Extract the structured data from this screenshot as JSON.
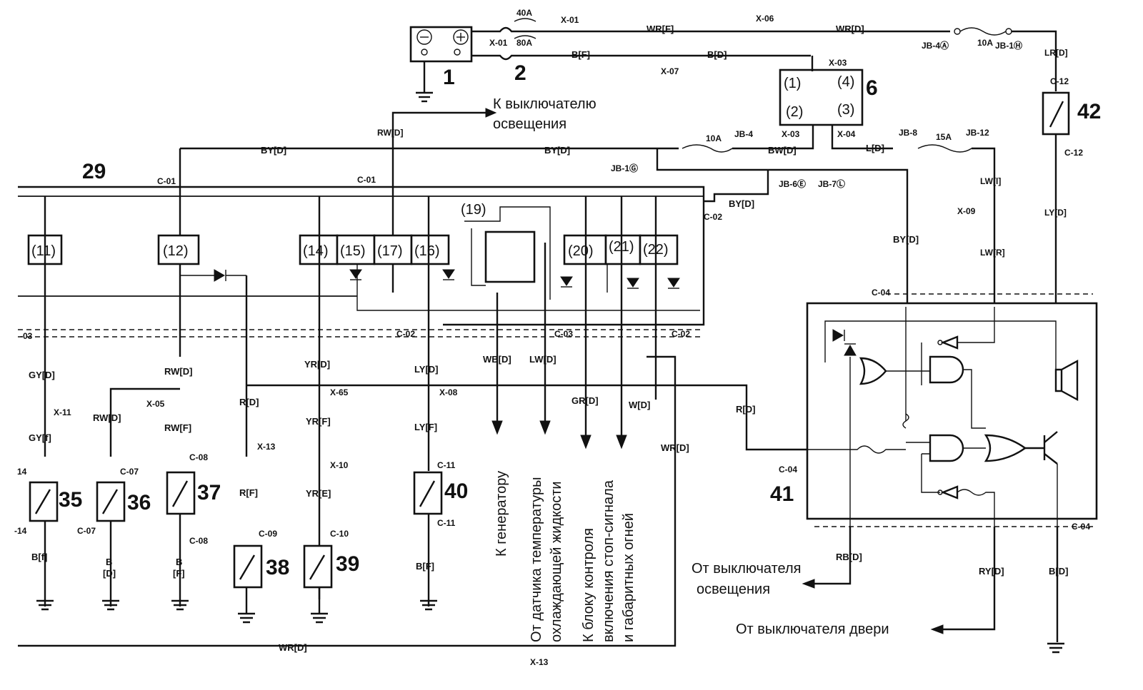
{
  "component_numbers": {
    "battery": "1",
    "fuses_main": "2",
    "ignition_switch": "6",
    "cluster": "29",
    "sw35": "35",
    "sw36": "36",
    "sw37": "37",
    "sw38": "38",
    "sw39": "39",
    "sw40": "40",
    "alarm_unit": "41",
    "sw42": "42"
  },
  "modules": {
    "m11": "(11)",
    "m12": "(12)",
    "m14": "(14)",
    "m15": "(15)",
    "m17": "(17)",
    "m16": "(16)",
    "m19": "(19)",
    "m20": "(20)",
    "m21": "(21)",
    "m22": "(22)"
  },
  "switch_positions": {
    "p1": "(1)",
    "p2": "(2)",
    "p3": "(3)",
    "p4": "(4)"
  },
  "fuses": {
    "main_40a": "40A",
    "main_80a": "80A",
    "f10a_top": "10A",
    "f10a_mid": "10A",
    "f15a": "15A"
  },
  "connectors": {
    "x01a": "X-01",
    "x01b": "X-01",
    "x06": "X-06",
    "x07": "X-07",
    "x03": "X-03",
    "jb4a": "JB-4Ⓐ",
    "jb1h": "JB-1Ⓗ",
    "c12a": "C-12",
    "c12b": "C-12",
    "x03b": "X-03",
    "x04": "X-04",
    "jb4": "JB-4",
    "jb8": "JB-8",
    "jb12": "JB-12",
    "jb1g": "JB-1Ⓖ",
    "jb6": "JB-6Ⓔ",
    "jb7": "JB-7Ⓛ",
    "x09": "X-09",
    "c01a": "C-01",
    "c01b": "C-01",
    "c02a": "C-02",
    "c03a": "-03",
    "c02b": "C-02",
    "c03b": "C-03",
    "c02c": "C-02",
    "c04a": "C-04",
    "x11": "X-11",
    "x05": "X-05",
    "x65": "X-65",
    "x08": "X-08",
    "x13a": "X-13",
    "x10": "X-10",
    "c07a": "C-07",
    "c07b": "C-07",
    "c08a": "C-08",
    "c08b": "C-08",
    "c09": "C-09",
    "c10": "C-10",
    "c11a": "C-11",
    "c11b": "C-11",
    "c04b": "C-04",
    "c04c": "C-04",
    "x13b": "X-13",
    "p14a": "14",
    "p14b": "-14"
  },
  "wire_colors": {
    "wr_f": "WR[F]",
    "wr_d_top": "WR[D]",
    "b_f": "B[F]",
    "b_d": "B[D]",
    "lr_d": "LR[D]",
    "rw_d": "RW[D]",
    "by_d1": "BY[D]",
    "by_d2": "BY[D]",
    "bw_d": "BW[D]",
    "l_d": "L[D]",
    "lw_l": "LW[l]",
    "ly_d": "LY[D]",
    "by_d3": "BY[D]",
    "by_d4": "BY[D]",
    "lw_r": "LW[R]",
    "gy_d": "GY[D]",
    "rw_d2": "RW[D]",
    "yr_d": "YR[D]",
    "ly_d2": "LY[D]",
    "wb_d": "WB[D]",
    "lw_d": "LW[D]",
    "gr_d": "GR[D]",
    "w_d": "W[D]",
    "r_d": "R[D]",
    "r_d2": "R[D]",
    "wr_d_mid": "WR[D]",
    "gy_f": "GY[f]",
    "rw_d3": "RW[D]",
    "rw_f": "RW[F]",
    "r_f": "R[F]",
    "yr_f": "YR[F]",
    "yr_e": "YR[E]",
    "ly_f": "LY[F]",
    "b_f1": "B[f]",
    "b1": "B",
    "bd1": "[D]",
    "b2": "B",
    "bf2": "[F]",
    "b_f3": "B[F]",
    "rb_d": "RB[D]",
    "ry_d": "RY[D]",
    "b_d2": "B[D]",
    "wr_d_bot": "WR[D]"
  },
  "annotations": {
    "to_light_switch": "К выключателю",
    "to_light_switch_2": "освещения",
    "to_generator": "К генератору",
    "from_temp_sensor_1": "От датчика температуры",
    "from_temp_sensor_2": "охлаждающей жидкости",
    "to_brake_unit_1": "К блоку контроля",
    "to_brake_unit_2": "включения стоп-сигнала",
    "to_brake_unit_3": "и габаритных огней",
    "from_light_switch_1": "От выключателя",
    "from_light_switch_2": "освещения",
    "from_door_switch": "От выключателя двери"
  }
}
